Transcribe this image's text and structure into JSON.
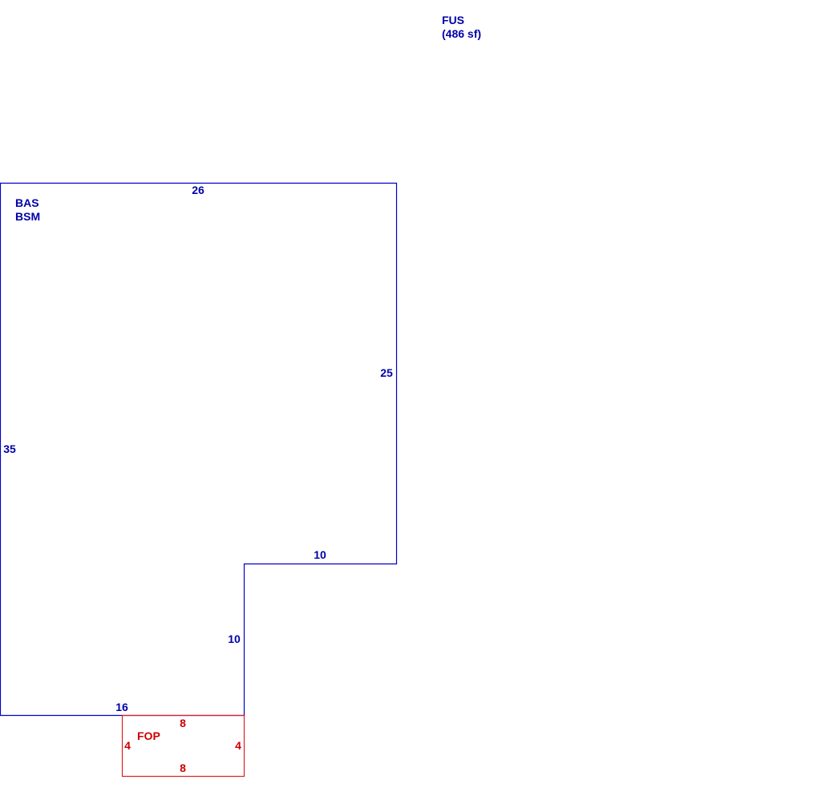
{
  "colors": {
    "main_outline": "#0000cc",
    "main_text": "#0000aa",
    "porch_outline": "#e02020",
    "porch_text": "#cc0000"
  },
  "labels": {
    "fus_name": "FUS",
    "fus_area": "(486 sf)",
    "bas": "BAS",
    "bsm": "BSM",
    "fop": "FOP"
  },
  "main_dims": {
    "top": "26",
    "right": "25",
    "left": "35",
    "step_top": "10",
    "step_side": "10",
    "bottom": "16"
  },
  "porch_dims": {
    "top": "8",
    "bottom": "8",
    "left": "4",
    "right": "4"
  }
}
